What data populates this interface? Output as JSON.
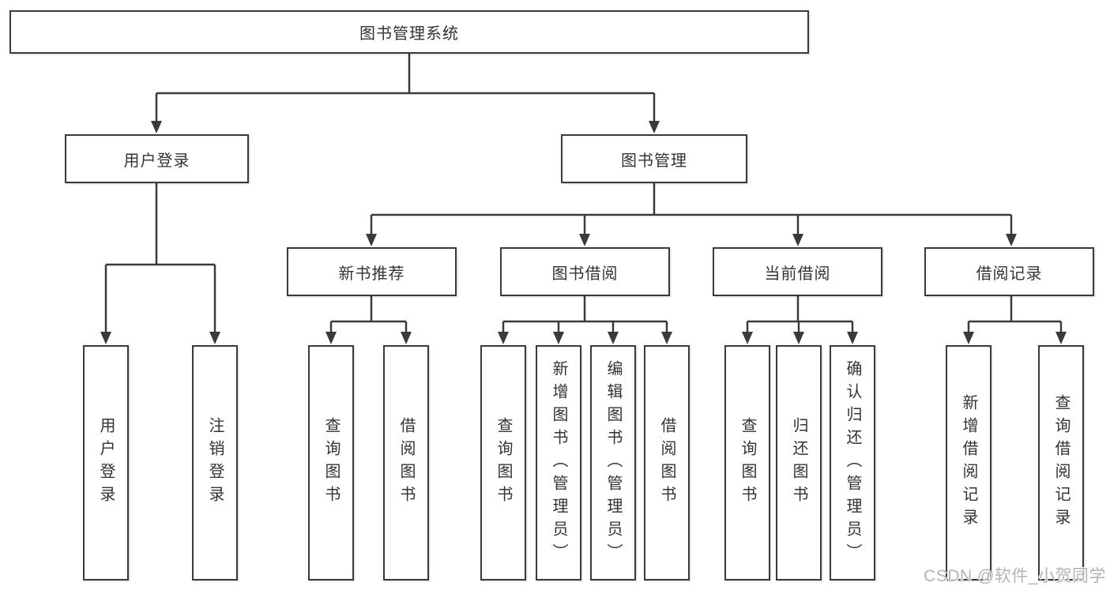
{
  "diagram": {
    "title_root": "图书管理系统",
    "level2": [
      {
        "label": "用户登录"
      },
      {
        "label": "图书管理"
      }
    ],
    "level3": [
      {
        "label": "新书推荐",
        "parent": "图书管理"
      },
      {
        "label": "图书借阅",
        "parent": "图书管理"
      },
      {
        "label": "当前借阅",
        "parent": "图书管理"
      },
      {
        "label": "借阅记录",
        "parent": "图书管理"
      }
    ],
    "leaves": [
      {
        "label": "用户登录",
        "parent": "用户登录"
      },
      {
        "label": "注销登录",
        "parent": "用户登录"
      },
      {
        "label": "查询图书",
        "parent": "新书推荐"
      },
      {
        "label": "借阅图书",
        "parent": "新书推荐"
      },
      {
        "label": "查询图书",
        "parent": "图书借阅"
      },
      {
        "label": "新增图书（管理员）",
        "parent": "图书借阅"
      },
      {
        "label": "编辑图书（管理员）",
        "parent": "图书借阅"
      },
      {
        "label": "借阅图书",
        "parent": "图书借阅"
      },
      {
        "label": "查询图书",
        "parent": "当前借阅"
      },
      {
        "label": "归还图书",
        "parent": "当前借阅"
      },
      {
        "label": "确认归还（管理员）",
        "parent": "当前借阅"
      },
      {
        "label": "新增借阅记录",
        "parent": "借阅记录"
      },
      {
        "label": "查询借阅记录",
        "parent": "借阅记录"
      }
    ],
    "watermark": "CSDN @软件_小贺同学",
    "colors": {
      "line": "#3a3a3a",
      "box_border": "#3a3a3a",
      "text": "#333333",
      "watermark": "#b3b3b3",
      "background": "#ffffff"
    }
  }
}
